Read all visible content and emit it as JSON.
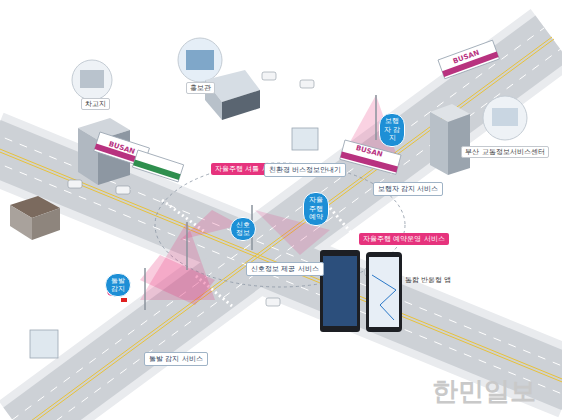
{
  "diagram": {
    "nodes": [
      {
        "text": [
          "차고지"
        ]
      },
      {
        "text": [
          "홍보관"
        ]
      },
      {
        "text": [
          "보행자 감지"
        ]
      },
      {
        "text": [
          "부산 교통정보서비스센터"
        ]
      },
      {
        "text": [
          "자율주행 셔틀 서비스"
        ]
      },
      {
        "text": [
          "친환경 버스정보안내기"
        ]
      },
      {
        "text": [
          "보행자 감지 서비스"
        ]
      },
      {
        "text": [
          "자율주행 예약"
        ]
      },
      {
        "text": [
          "신호 정보"
        ]
      },
      {
        "text": [
          "자율주행 예약운영 서비스"
        ]
      },
      {
        "text": [
          "신호정보 제공 서비스"
        ]
      },
      {
        "text": [
          "돌발 감지"
        ]
      },
      {
        "text": [
          "돌발 감지 서비스"
        ]
      }
    ],
    "labels": [
      "BUSAN",
      "BUSAN",
      "BUSAN",
      "통합 반응형 앱",
      "한민일보"
    ]
  }
}
